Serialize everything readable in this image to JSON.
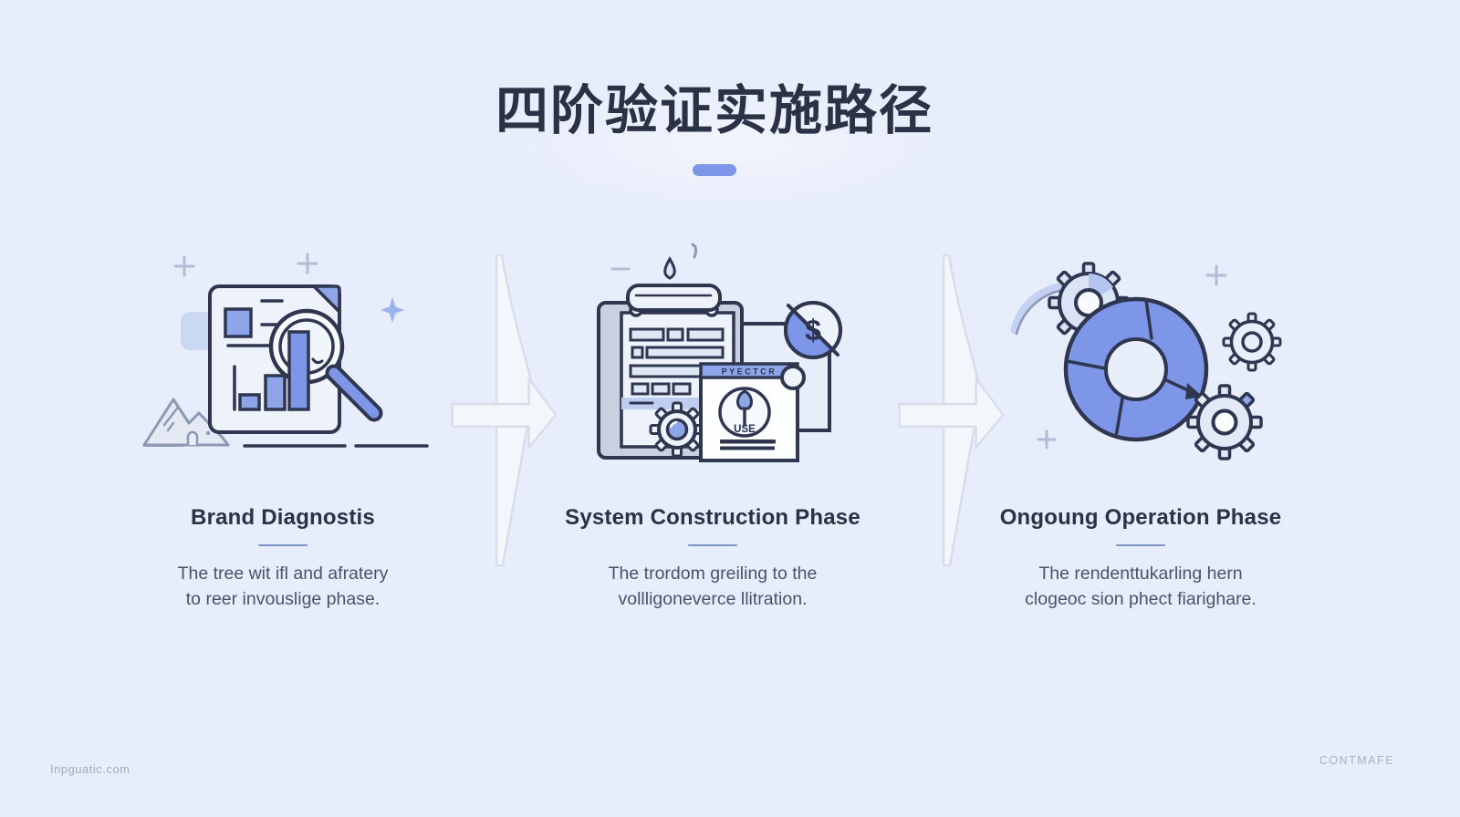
{
  "palette": {
    "background": "#e8edfb",
    "ink_outline": "#2e3650",
    "accent_blue": "#7d96e8",
    "mid_blue": "#8fa5ea",
    "light_blue": "#c5d3f3",
    "pale_blue": "#dbe4f6",
    "paper": "#eef2fb",
    "arrow_fill": "#f3f6fb",
    "arrow_stroke": "#d8dde9",
    "heading_text": "#2a3246",
    "body_text": "#49536a",
    "muted_text": "#a2aabd"
  },
  "header": {
    "title": "四阶验证实施路径"
  },
  "phases": [
    {
      "title": "Brand Diagnostis",
      "description_line1": "The tree wit ifl and afratery",
      "description_line2": "to reer invouslige phase.",
      "icon": "magnifier-document-icon"
    },
    {
      "title": "System Construction Phase",
      "description_line1": "The trordom greiling to the",
      "description_line2": "vollligoneverce llitration.",
      "icon": "clipboard-checklist-icon"
    },
    {
      "title": "Ongoung Operation Phase",
      "description_line1": "The rendenttukarling hern",
      "description_line2": "clogeoc sion phect fiarighare.",
      "icon": "gears-cycle-icon"
    }
  ],
  "illustrations": {
    "mini_window_header": "PYECTCR",
    "mini_window_badge": "USE",
    "currency_symbol": "$"
  },
  "footer": {
    "left": "Inpguatic.com",
    "right": "CONTMAFE"
  }
}
